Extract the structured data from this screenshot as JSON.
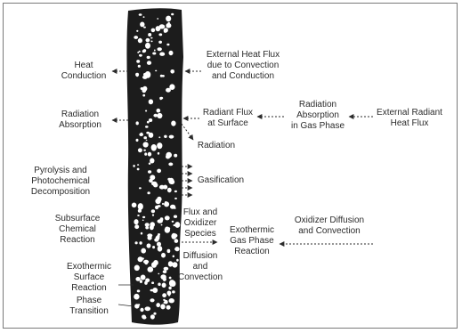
{
  "labels": {
    "heat_conduction": "Heat\nConduction",
    "external_heat_flux": "External Heat Flux\ndue to Convection\nand Conduction",
    "radiation_absorption": "Radiation\nAbsorption",
    "radiant_flux_surface": "Radiant Flux\nat Surface",
    "radiation_absorption_gas": "Radiation\nAbsorption\nin Gas Phase",
    "external_radiant_flux": "External Radiant\nHeat Flux",
    "radiation": "Radiation",
    "pyrolysis": "Pyrolysis and\nPhotochemical\nDecomposition",
    "gasification": "Gasification",
    "subsurface_reaction": "Subsurface\nChemical\nReaction",
    "flux_oxidizer": "Flux and\nOxidizer\nSpecies",
    "diffusion_convection": "Diffusion\nand\nConvection",
    "exothermic_gas": "Exothermic\nGas Phase\nReaction",
    "oxidizer_diffusion": "Oxidizer Diffusion\nand Convection",
    "exothermic_surface": "Exothermic\nSurface\nReaction",
    "phase_transition": "Phase\nTransition"
  },
  "colors": {
    "ink": "#2b2b2b",
    "sample_fill": "#1c1c1c",
    "pore": "#ffffff"
  }
}
